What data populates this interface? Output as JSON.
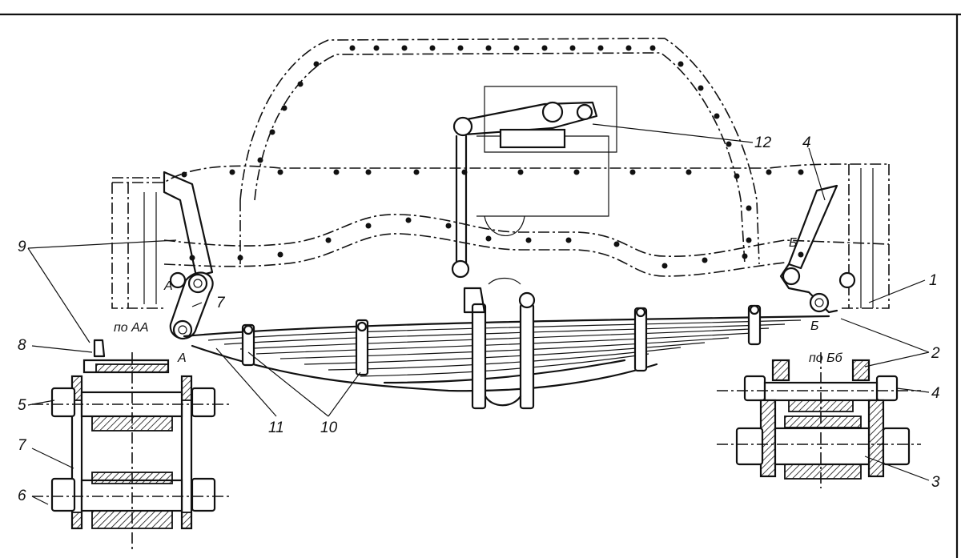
{
  "labels": {
    "n1": "1",
    "n2": "2",
    "n3": "3",
    "n4_top": "4",
    "n4_section": "4",
    "n5": "5",
    "n6": "6",
    "n7_link": "7",
    "n7_section": "7",
    "n8": "8",
    "n9": "9",
    "n10": "10",
    "n11": "11",
    "n12": "12",
    "section_aa": "по АА",
    "section_bb": "по Бб",
    "cut_a_top": "А",
    "cut_a_bottom": "А",
    "cut_b_top": "Б",
    "cut_b_bottom": "Б"
  }
}
